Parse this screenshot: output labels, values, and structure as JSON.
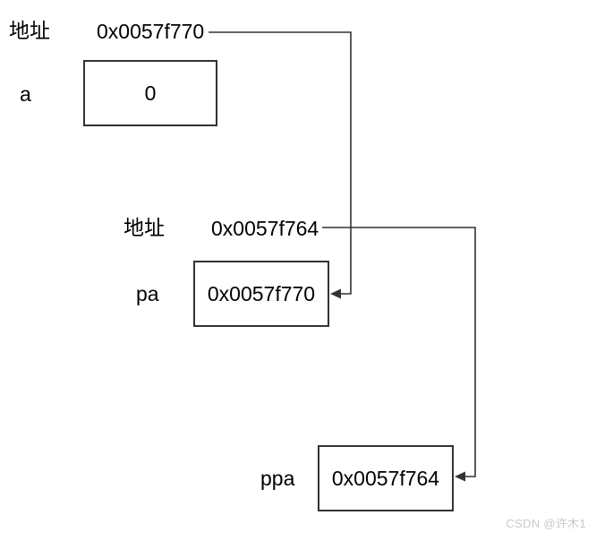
{
  "diagram": {
    "rows": {
      "a": {
        "address_label": "地址",
        "address_value": "0x0057f770",
        "var_label": "a",
        "box_value": "0"
      },
      "pa": {
        "address_label": "地址",
        "address_value": "0x0057f764",
        "var_label": "pa",
        "box_value": "0x0057f770"
      },
      "ppa": {
        "var_label": "ppa",
        "box_value": "0x0057f764"
      }
    },
    "connections": [
      {
        "from": "address-value-a",
        "to": "pa-box"
      },
      {
        "from": "address-value-pa",
        "to": "ppa-box"
      }
    ]
  },
  "watermark": {
    "text": "CSDN @许木1"
  },
  "colors": {
    "stroke": "#333333",
    "text": "#000000",
    "watermark": "#c9c9c9",
    "background": "#ffffff"
  }
}
